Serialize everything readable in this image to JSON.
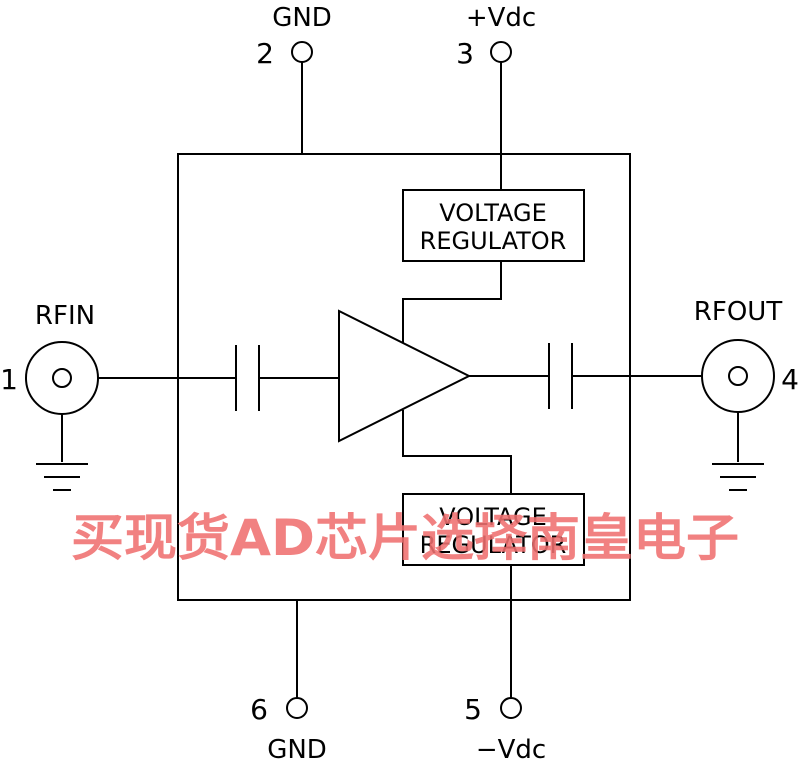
{
  "diagram": {
    "pins": {
      "rfin": {
        "number": "1",
        "name": "RFIN"
      },
      "gnd_top": {
        "number": "2",
        "name": "GND"
      },
      "vdc_pos": {
        "number": "3",
        "name": "+Vdc"
      },
      "rfout": {
        "number": "4",
        "name": "RFOUT"
      },
      "vdc_neg": {
        "number": "5",
        "name": "−Vdc"
      },
      "gnd_bottom": {
        "number": "6",
        "name": "GND"
      }
    },
    "regulator_top": {
      "line1": "VOLTAGE",
      "line2": "REGULATOR"
    },
    "regulator_bottom": {
      "line1": "VOLTAGE",
      "line2": "REGULATOR"
    }
  },
  "watermark": {
    "text": "买现货AD芯片选择南皇电子",
    "color": "#f07070"
  }
}
